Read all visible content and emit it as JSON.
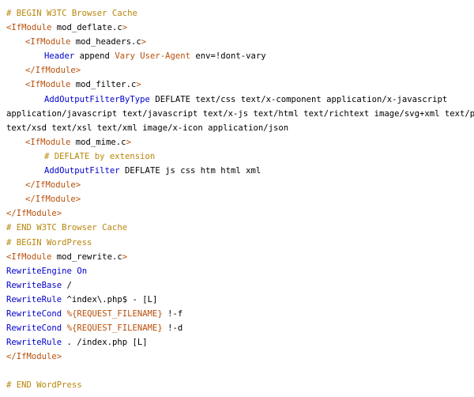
{
  "colors": {
    "comment": "#b8860b",
    "tag": "#b8500a",
    "directive": "#0000cc",
    "text": "#000000",
    "background": "#ffffff"
  },
  "code_lines": [
    {
      "indent": 0,
      "tokens": [
        {
          "t": "comment",
          "v": "# BEGIN W3TC Browser Cache"
        }
      ]
    },
    {
      "indent": 0,
      "tokens": [
        {
          "t": "tag",
          "v": "<IfModule"
        },
        {
          "t": "plain",
          "v": " mod_deflate.c"
        },
        {
          "t": "tag",
          "v": ">"
        }
      ]
    },
    {
      "indent": 1,
      "tokens": [
        {
          "t": "tag",
          "v": "<IfModule"
        },
        {
          "t": "plain",
          "v": " mod_headers.c"
        },
        {
          "t": "tag",
          "v": ">"
        }
      ]
    },
    {
      "indent": 2,
      "tokens": [
        {
          "t": "directive",
          "v": "Header"
        },
        {
          "t": "plain",
          "v": " append "
        },
        {
          "t": "var",
          "v": "Vary"
        },
        {
          "t": "plain",
          "v": " "
        },
        {
          "t": "var",
          "v": "User-Agent"
        },
        {
          "t": "plain",
          "v": " env=!dont-vary"
        }
      ]
    },
    {
      "indent": 1,
      "tokens": [
        {
          "t": "tag",
          "v": "</IfModule>"
        }
      ]
    },
    {
      "indent": 1,
      "tokens": [
        {
          "t": "tag",
          "v": "<IfModule"
        },
        {
          "t": "plain",
          "v": " mod_filter.c"
        },
        {
          "t": "tag",
          "v": ">"
        }
      ]
    },
    {
      "indent": 2,
      "tokens": [
        {
          "t": "directive",
          "v": "AddOutputFilterByType"
        },
        {
          "t": "plain",
          "v": " DEFLATE text/css text/x-component application/x-javascript"
        }
      ]
    },
    {
      "indent": -2,
      "tokens": [
        {
          "t": "plain",
          "v": "application/javascript text/javascript text/x-js text/html text/richtext image/svg+xml text/plain"
        }
      ]
    },
    {
      "indent": -2,
      "tokens": [
        {
          "t": "plain",
          "v": "text/xsd text/xsl text/xml image/x-icon application/json"
        }
      ]
    },
    {
      "indent": 1,
      "tokens": [
        {
          "t": "tag",
          "v": "<IfModule"
        },
        {
          "t": "plain",
          "v": " mod_mime.c"
        },
        {
          "t": "tag",
          "v": ">"
        }
      ]
    },
    {
      "indent": 2,
      "tokens": [
        {
          "t": "comment",
          "v": "# DEFLATE by extension"
        }
      ]
    },
    {
      "indent": 2,
      "tokens": [
        {
          "t": "directive",
          "v": "AddOutputFilter"
        },
        {
          "t": "plain",
          "v": " DEFLATE js css htm html xml"
        }
      ]
    },
    {
      "indent": 1,
      "tokens": [
        {
          "t": "tag",
          "v": "</IfModule>"
        }
      ]
    },
    {
      "indent": 1,
      "tokens": [
        {
          "t": "tag",
          "v": "</IfModule>"
        }
      ]
    },
    {
      "indent": 0,
      "tokens": [
        {
          "t": "tag",
          "v": "</IfModule>"
        }
      ]
    },
    {
      "indent": 0,
      "tokens": [
        {
          "t": "comment",
          "v": "# END W3TC Browser Cache"
        }
      ]
    },
    {
      "indent": 0,
      "tokens": [
        {
          "t": "comment",
          "v": "# BEGIN WordPress"
        }
      ]
    },
    {
      "indent": 0,
      "tokens": [
        {
          "t": "tag",
          "v": "<IfModule"
        },
        {
          "t": "plain",
          "v": " mod_rewrite.c"
        },
        {
          "t": "tag",
          "v": ">"
        }
      ]
    },
    {
      "indent": 0,
      "tokens": [
        {
          "t": "directive",
          "v": "RewriteEngine"
        },
        {
          "t": "plain",
          "v": " "
        },
        {
          "t": "directive",
          "v": "On"
        }
      ]
    },
    {
      "indent": 0,
      "tokens": [
        {
          "t": "directive",
          "v": "RewriteBase"
        },
        {
          "t": "plain",
          "v": " /"
        }
      ]
    },
    {
      "indent": 0,
      "tokens": [
        {
          "t": "directive",
          "v": "RewriteRule"
        },
        {
          "t": "plain",
          "v": " ^index\\.php$ - [L]"
        }
      ]
    },
    {
      "indent": 0,
      "tokens": [
        {
          "t": "directive",
          "v": "RewriteCond"
        },
        {
          "t": "plain",
          "v": " "
        },
        {
          "t": "var",
          "v": "%{REQUEST_FILENAME}"
        },
        {
          "t": "plain",
          "v": " !-f"
        }
      ]
    },
    {
      "indent": 0,
      "tokens": [
        {
          "t": "directive",
          "v": "RewriteCond"
        },
        {
          "t": "plain",
          "v": " "
        },
        {
          "t": "var",
          "v": "%{REQUEST_FILENAME}"
        },
        {
          "t": "plain",
          "v": " !-d"
        }
      ]
    },
    {
      "indent": 0,
      "tokens": [
        {
          "t": "directive",
          "v": "RewriteRule"
        },
        {
          "t": "plain",
          "v": " . /index.php [L]"
        }
      ]
    },
    {
      "indent": 0,
      "tokens": [
        {
          "t": "tag",
          "v": "</IfModule>"
        }
      ]
    },
    {
      "indent": 0,
      "blank": true,
      "tokens": []
    },
    {
      "indent": 0,
      "tokens": [
        {
          "t": "comment",
          "v": "# END WordPress"
        }
      ]
    }
  ]
}
